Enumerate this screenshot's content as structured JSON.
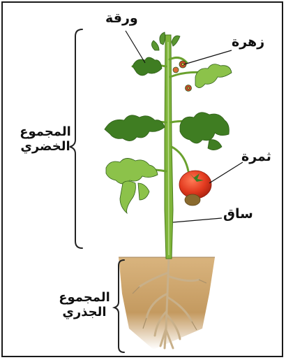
{
  "labels": {
    "leaf": "ورقة",
    "flower": "زهرة",
    "fruit": "ثمرة",
    "stem": "ساق",
    "shoot_system_line1": "المجموع",
    "shoot_system_line2": "الخضري",
    "root_system_line1": "المجموع",
    "root_system_line2": "الجذري"
  },
  "colors": {
    "stem": "#7fb53a",
    "leaf_dark": "#3f7d22",
    "leaf_light": "#8cc24a",
    "fruit": "#e23a1f",
    "flower": "#c8492c",
    "soil": "#c9a26a",
    "root": "#c8b08a"
  }
}
